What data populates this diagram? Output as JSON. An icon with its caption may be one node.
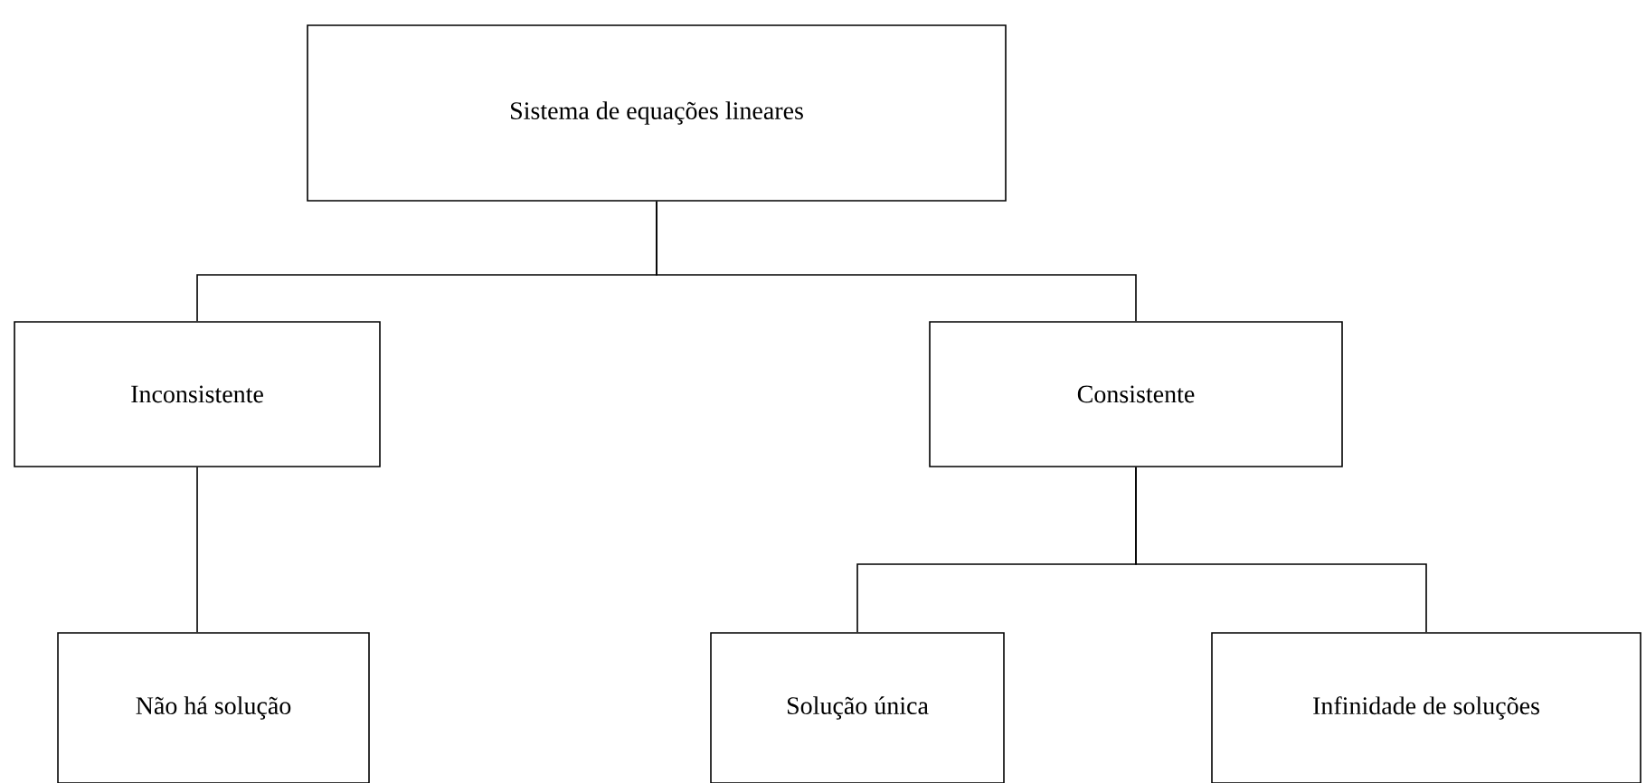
{
  "diagram": {
    "nodes": [
      {
        "text": [
          "Sistema de equações lineares"
        ]
      },
      {
        "text": [
          "Inconsistente"
        ]
      },
      {
        "text": [
          "Consistente"
        ]
      },
      {
        "text": [
          "Não há solução"
        ]
      },
      {
        "text": [
          "Solução única"
        ]
      },
      {
        "text": [
          "Infinidade de soluções"
        ]
      }
    ],
    "edges": [
      {
        "from": 0,
        "to": 1,
        "arrow": "none"
      },
      {
        "from": 0,
        "to": 2,
        "arrow": "none"
      },
      {
        "from": 1,
        "to": 3,
        "arrow": "none"
      },
      {
        "from": 2,
        "to": 4,
        "arrow": "none"
      },
      {
        "from": 2,
        "to": 5,
        "arrow": "none"
      }
    ]
  }
}
